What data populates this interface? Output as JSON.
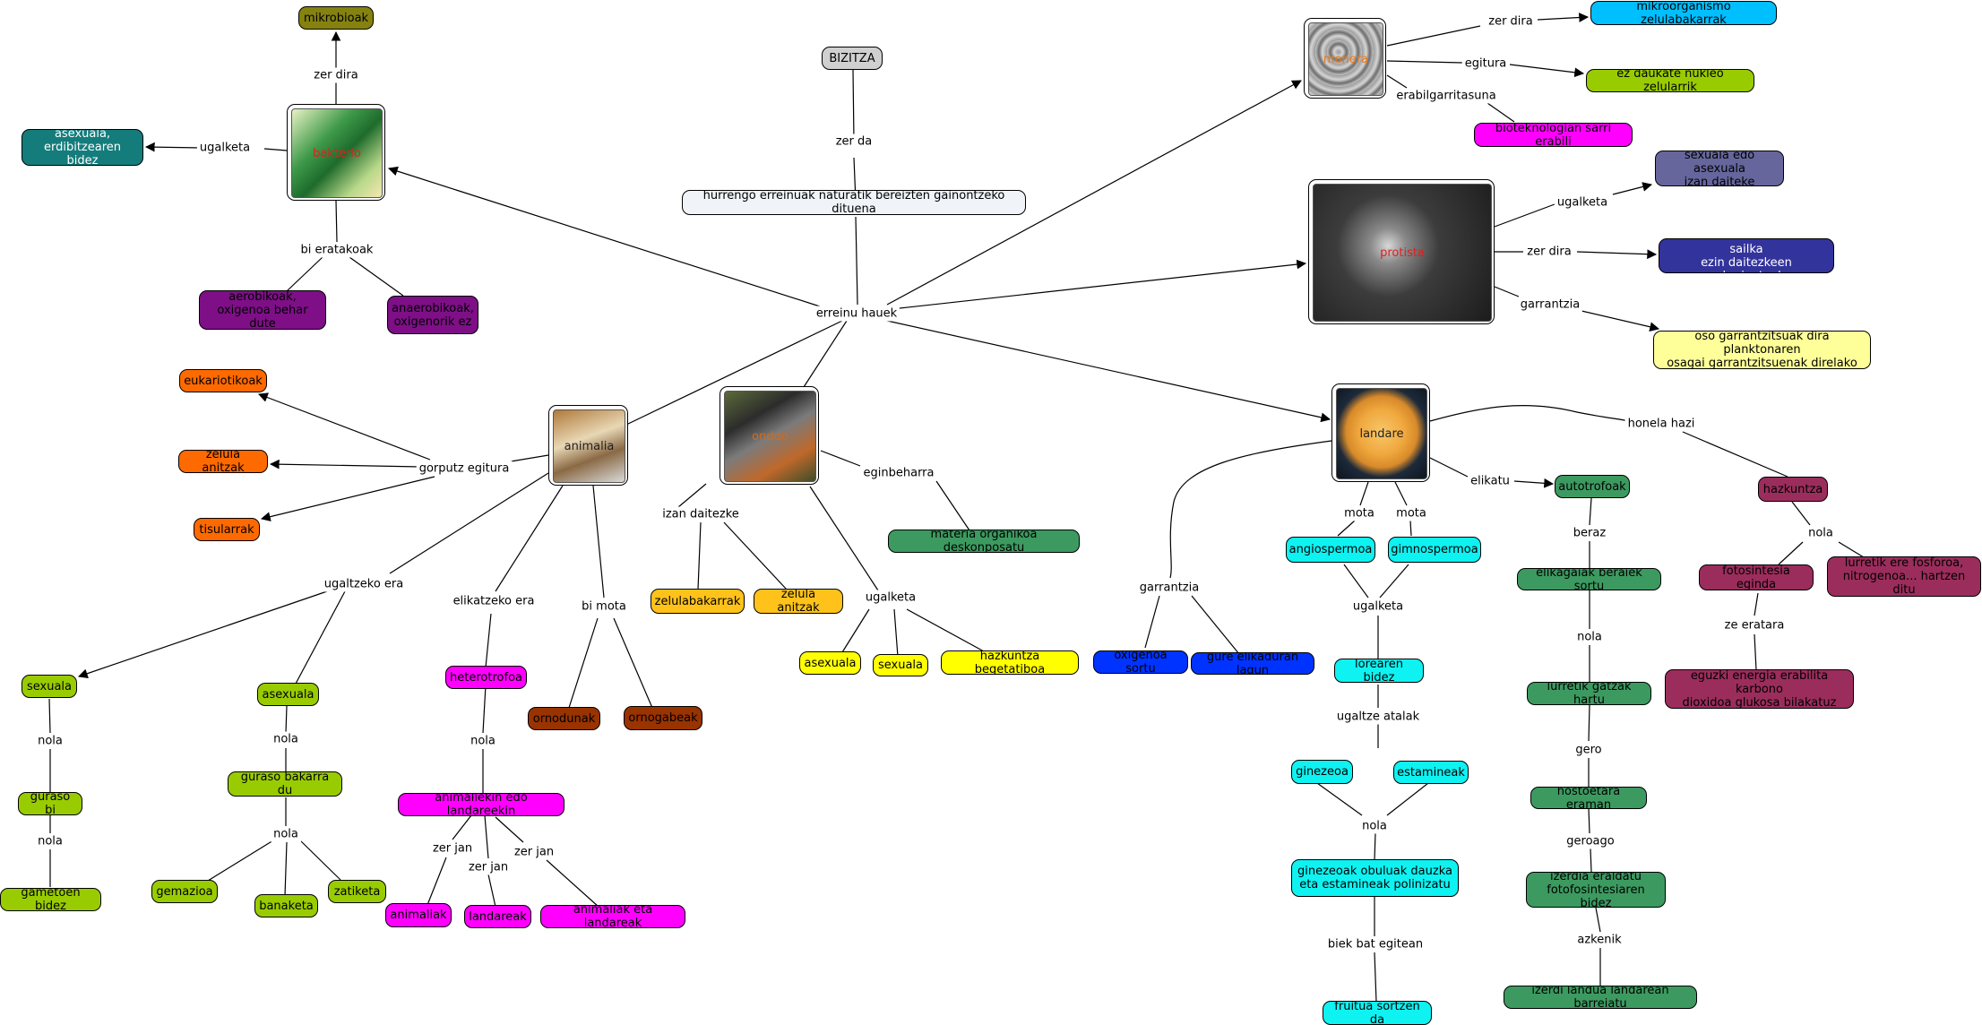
{
  "colors": {
    "olive": "#858210",
    "teal": "#157c7c",
    "purple": "#7e0f87",
    "orange": "#ff6a00",
    "yellow": "#ffff00",
    "gold": "#ffc21a",
    "green": "#3c9a60",
    "cyan": "#0ef2f2",
    "blue": "#0033ff",
    "lime": "#99cc00",
    "magenta": "#ff00ff",
    "brown": "#993300",
    "maroon": "#9b2d5c",
    "sky": "#00bfff",
    "navy": "#33339c",
    "slate": "#66669c",
    "paleyellow": "#ffff99",
    "pink": "#ff00ff"
  },
  "nodes": {
    "bizitza": "BIZITZA",
    "definizioa": "hurrengo erreinuak naturatik bereizten  gainontzeko dituena",
    "mikrobioak": "mikrobioak",
    "bakterio_ugalketa": "asexuala,\nerdibitzearen bidez",
    "aerobikoak": "aerobikoak,\noxigenoa behar dute",
    "anaerobikoak": "anaerobikoak,\noxigenorik ez",
    "eukariotikoak": "eukariotikoak",
    "zelula_anitzak_a": "zelula anitzak",
    "tisularrak": "tisularrak",
    "sexuala_a": "sexuala",
    "guraso_bi": "guraso bi",
    "gametoen_bidez": "gametoen bidez",
    "asexuala_a": "asexuala",
    "guraso_bakarra": "guraso bakarra du",
    "gemazioa": "gemazioa",
    "banaketa": "banaketa",
    "zatiketa": "zatiketa",
    "heterotrofoa": "heterotrofoa",
    "animaliekin": "animaliekin edo landareekin",
    "animaliak": "animaliak",
    "landareak": "landareak",
    "animaliak_eta": "animaliak eta landareak",
    "ornodunak": "ornodunak",
    "ornogabeak": "ornogabeak",
    "zelulabakarrak": "zelulabakarrak",
    "zelula_anitzak_f": "zelula anitzak",
    "materia": "materia organikoa deskonposatu",
    "asexuala_f": "asexuala",
    "sexuala_f": "sexuala",
    "hazkuntza_beg": "hazkuntza begetatiboa",
    "mikroorganismo": "mikroorganismo zelulabakarrak",
    "nukleo": "ez daukate nukleo zelularrik",
    "bioteknologian": "bioteknologian sarri erabili",
    "protist_ugalketa": "sexuala edo asexuala\nizan daiteke",
    "protist_zer": "erreinu eukariotikoetan sailka\nezin daitezkeen eukarionteak",
    "planktonaren": "oso garrantzitsuak dira planktonaren\nosagai garrantzitsuenak direlako",
    "angiospermoa": "angiospermoa",
    "gimnospermoa": "gimnospermoa",
    "oxigenoa_sortu": "oxigenoa sortu",
    "gure_elikadura": "gure elikaduran lagun",
    "lorearen": "lorearen bidez",
    "ginezeoa": "ginezeoa",
    "estamineak": "estamineak",
    "ginezeoak_obuluak": "ginezeoak obuluak dauzka\neta estamineak polinizatu",
    "fruitua": "fruitua sortzen da",
    "autotrofoak": "autotrofoak",
    "elikagaiak": "elikagaiak beraiek sortu",
    "lurretik_gatzak": "lurretik gatzak hartu",
    "hostoetara": "hostoetara eraman",
    "izerdia": "izerdia eraldatu\nfotofosintesiaren bidez",
    "izerdi_landua": "izerdi landua landarean barreiatu",
    "hazkuntza": "hazkuntza",
    "fotosintesia": "fotosintesia eginda",
    "lurretik_fosforoa": "lurretik ere fosforoa,\nnitrogenoa... hartzen ditu",
    "eguzki": "eguzki energia erabilita karbono\ndioxidoa glukosa bilakatuz"
  },
  "images": {
    "bakterio": "bakterio",
    "animalia": "animalia",
    "onddo": "onddo",
    "monera": "monera",
    "protista": "protista",
    "landare": "landare"
  },
  "labels": {
    "zer_da": "zer da",
    "erreinu_hauek": "erreinu hauek",
    "b_zer_dira": "zer dira",
    "b_ugalketa": "ugalketa",
    "bi_eratakoak": "bi eratakoak",
    "gorputz_egitura": "gorputz egitura",
    "ugaltzeko_era": "ugaltzeko era",
    "elikatzeko_era": "elikatzeko era",
    "bi_mota": "bi mota",
    "nola_1": "nola",
    "nola_2": "nola",
    "nola_3": "nola",
    "nola_4": "nola",
    "nola_5": "nola",
    "zer_jan_1": "zer jan",
    "zer_jan_2": "zer jan",
    "zer_jan_3": "zer jan",
    "izan_daitezke": "izan daitezke",
    "eginbeharra": "eginbeharra",
    "f_ugalketa": "ugalketa",
    "m_zer_dira": "zer dira",
    "m_egitura": "egitura",
    "m_erabilgarritasuna": "erabilgarritasuna",
    "p_ugalketa": "ugalketa",
    "p_zer_dira": "zer dira",
    "p_garrantzia": "garrantzia",
    "l_garrantzia": "garrantzia",
    "mota_1": "mota",
    "mota_2": "mota",
    "l_ugalketa": "ugalketa",
    "ugaltze_atalak": "ugaltze atalak",
    "l_nola": "nola",
    "biek_bat": "biek bat egitean",
    "elikatu": "elikatu",
    "beraz": "beraz",
    "a_nola": "nola",
    "gero": "gero",
    "geroago": "geroago",
    "azkenik": "azkenik",
    "honela_hazi": "honela hazi",
    "h_nola": "nola",
    "ze_eratara": "ze eratara"
  }
}
